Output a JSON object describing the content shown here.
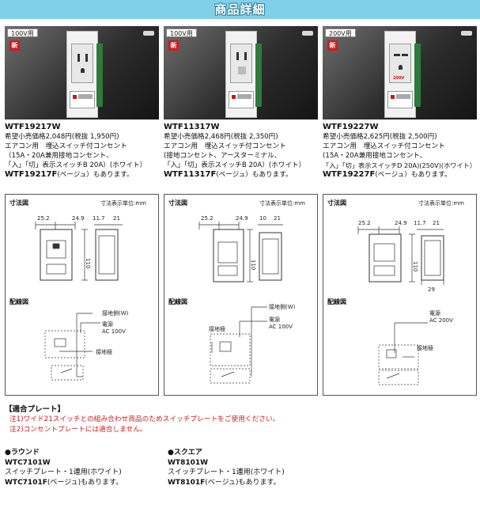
{
  "header": {
    "title": "商品詳細"
  },
  "products": [
    {
      "voltage": "100V用",
      "new_badge": "新",
      "model": "WTF19217W",
      "price": "希望小売価格2,048円(税抜 1,950円)",
      "desc1": "エアコン用　埋込スイッチ付コンセント",
      "desc2": "（15A・20A兼用接地コンセント、",
      "desc3": "「入」「切」表示スイッチB 20A）(ホワイト）",
      "variant_model": "WTF19217F",
      "variant_text": "(ベージュ）もあります。"
    },
    {
      "voltage": "100V用",
      "new_badge": "新",
      "model": "WTF11317W",
      "price": "希望小売価格2,468円(税抜 2,350円)",
      "desc1": "エアコン用　埋込スイッチ付コンセント",
      "desc2": "(接地コンセント、アースターミナル、",
      "desc3": "「入」「切」表示スイッチB 20A）(ホワイト）",
      "variant_model": "WTF11317F",
      "variant_text": "(ベージュ）もあります。"
    },
    {
      "voltage": "200V用",
      "new_badge": "新",
      "model": "WTF19227W",
      "price": "希望小売価格2,625円(税抜 2,500円)",
      "desc1": "エアコン用　埋込スイッチ付コンセント",
      "desc2": "(15A・20A兼用接地コンセント、",
      "desc3": "「入」「切」表示スイッチD 20A)(250V)(ホワイト）",
      "variant_model": "WTF19227F",
      "variant_text": "(ベージュ）もあります。"
    }
  ],
  "device_label_200v": "200V",
  "drawings": [
    {
      "dim_title": "寸法図",
      "unit": "寸法表示単位:mm",
      "dim_w1": "25.2",
      "dim_w2": "24.9",
      "dim_w3": "11.7",
      "dim_w4": "21",
      "dim_h": "110",
      "dim_bottom": "",
      "wiring_title": "配線図",
      "ground_label": "接地側(W)",
      "power_label": "電源",
      "power_value": "AC 100V",
      "earth_label": "接地極"
    },
    {
      "dim_title": "寸法図",
      "unit": "寸法表示単位:mm",
      "dim_w1": "25.2",
      "dim_w2": "24.9",
      "dim_w3": "10",
      "dim_w4": "21",
      "dim_h": "110",
      "dim_bottom": "",
      "wiring_title": "配線図",
      "ground_label": "接地側(W)",
      "power_label": "電源",
      "power_value": "AC 100V",
      "earth_label": "接地極"
    },
    {
      "dim_title": "寸法図",
      "unit": "寸法表示単位:mm",
      "dim_w1": "25.2",
      "dim_w2": "24.9",
      "dim_w3": "11.7",
      "dim_w4": "21",
      "dim_h": "110",
      "dim_bottom": "29",
      "wiring_title": "配線図",
      "ground_label": "",
      "power_label": "電源",
      "power_value": "AC 200V",
      "earth_label": "接地極"
    }
  ],
  "compat": {
    "title": "【適合プレート】",
    "note1": "注1)ワイド21スイッチとの組み合わせ商品のためスイッチプレートをご使用ください。",
    "note2": "注2)コンセントプレートには適合しません。"
  },
  "plates": [
    {
      "heading": "●ラウンド",
      "model": "WTC7101W",
      "desc": "スイッチプレート・1連用(ホワイト)",
      "variant_model": "WTC7101F",
      "variant_text": "(ベージュ)もあります。"
    },
    {
      "heading": "●スクエア",
      "model": "WT8101W",
      "desc": "スイッチプレート・1連用(ホワイト)",
      "variant_model": "WT8101F",
      "variant_text": "(ベージュ)もあります。"
    }
  ],
  "colors": {
    "header_bg": "#7fd0e8",
    "note_red": "#d21b1b",
    "badge_red": "#d21b1b"
  }
}
